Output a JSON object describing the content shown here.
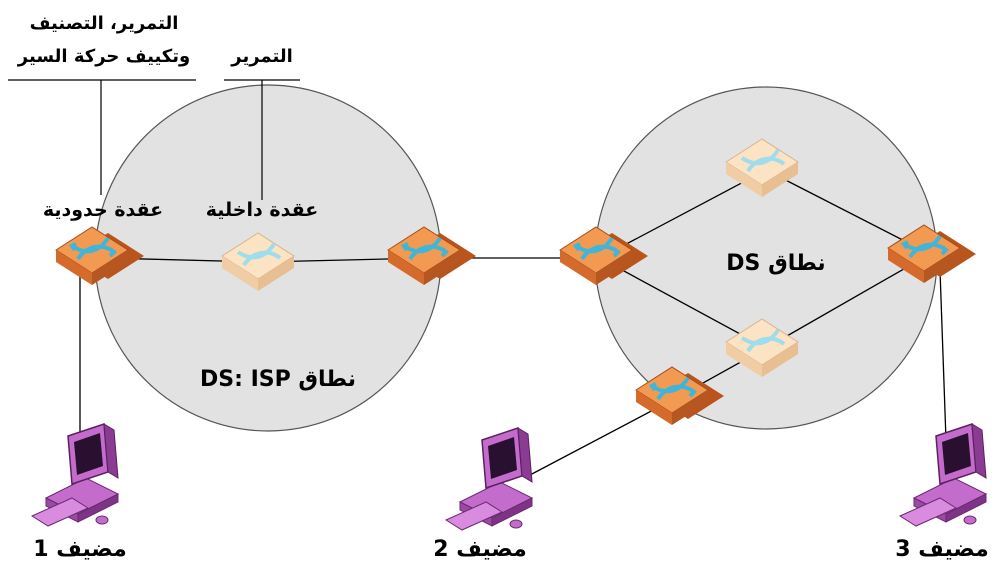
{
  "annotations": {
    "edge_function_line1": "التمرير، التصنيف",
    "edge_function_line2": "وتكييف حركة السير",
    "interior_function": "التمرير"
  },
  "nodes": {
    "edge_node_label": "عقدة حدودية",
    "interior_node_label": "عقدة داخلية"
  },
  "domains": {
    "isp_domain_label": "نطاق DS: ISP",
    "ds_domain_label": "نطاق DS"
  },
  "hosts": [
    {
      "label": "مضيف 1"
    },
    {
      "label": "مضيف 2"
    },
    {
      "label": "مضيف 3"
    }
  ],
  "colors": {
    "domain_fill": "#e2e2e2",
    "edge_router_fill": "#f29a52",
    "interior_router_fill": "#fbe3c4",
    "arrow_color": "#3fb6d9",
    "host_fill": "#c46ccc"
  }
}
